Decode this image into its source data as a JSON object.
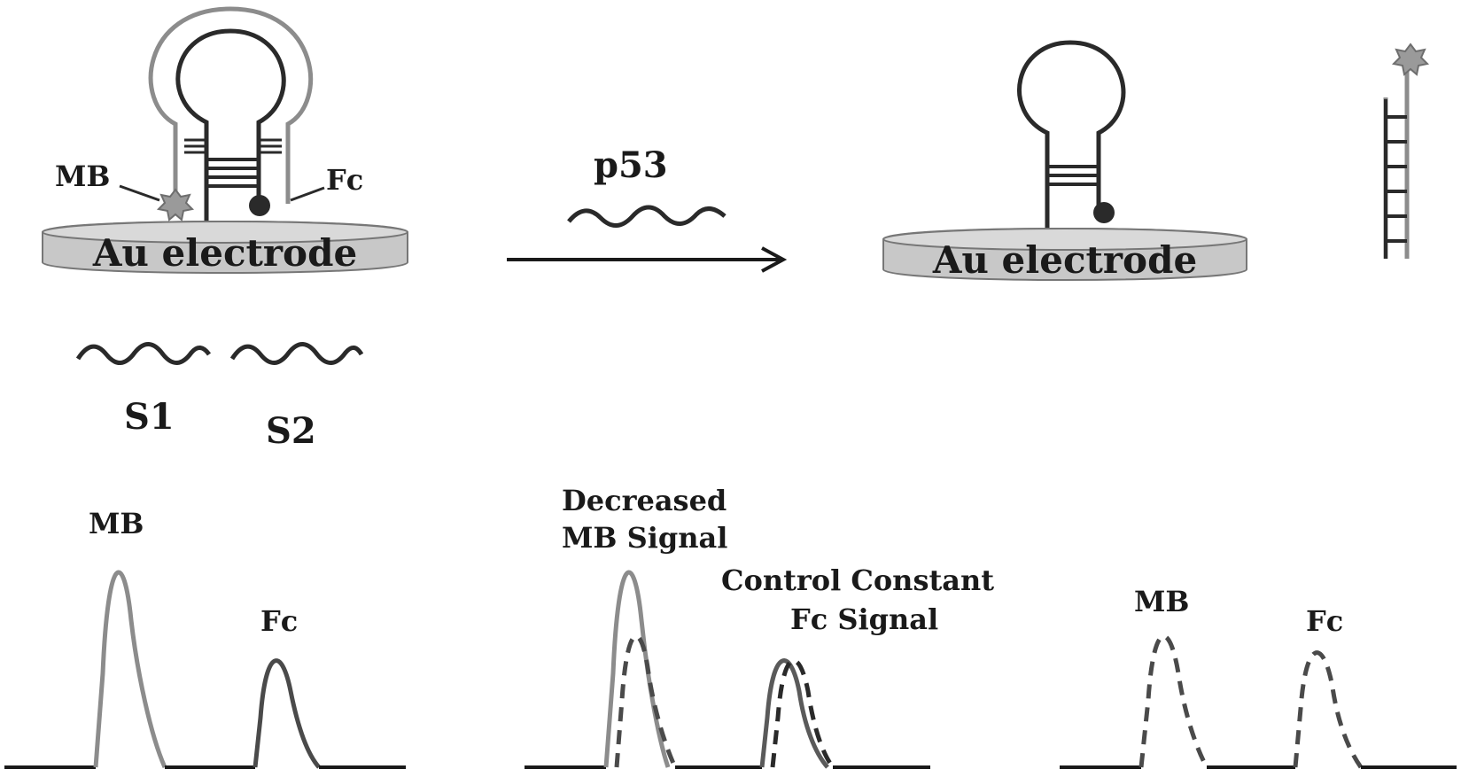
{
  "colors": {
    "dark": "#2a2a2a",
    "gray": "#8c8c8c",
    "electrode_fill": "#c8c8c8",
    "electrode_stroke": "#777777"
  },
  "scheme": {
    "electrode_label_left": "Au electrode",
    "electrode_label_right": "Au electrode",
    "mb_label": "MB",
    "fc_label": "Fc",
    "target_label": "p53",
    "strand1_label": "S1",
    "strand2_label": "S2"
  },
  "signals": {
    "panel1": {
      "mb_label": "MB",
      "fc_label": "Fc"
    },
    "panel2": {
      "decreased_line1": "Decreased",
      "decreased_line2": "MB Signal",
      "control_line1": "Control Constant",
      "control_line2": "Fc Signal"
    },
    "panel3": {
      "mb_label": "MB",
      "fc_label": "Fc"
    }
  }
}
